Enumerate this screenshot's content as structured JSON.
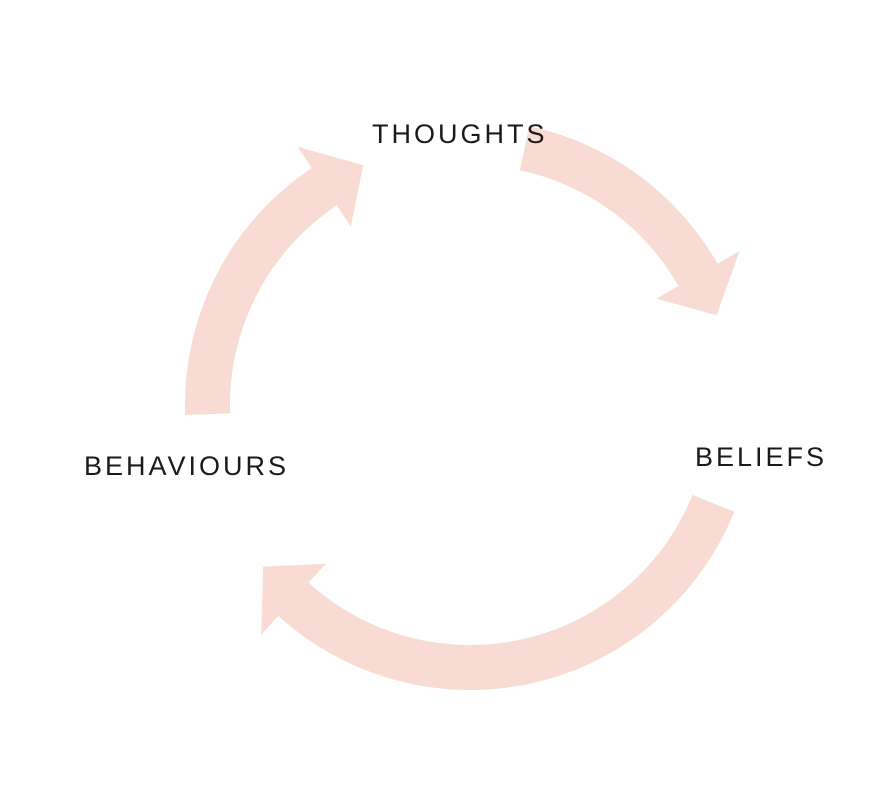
{
  "diagram": {
    "nodes": {
      "thoughts": "THOUGHTS",
      "beliefs": "BELIEFS",
      "behaviours": "BEHAVIOURS"
    },
    "arrows": [
      {
        "from": "thoughts",
        "to": "beliefs"
      },
      {
        "from": "beliefs",
        "to": "behaviours"
      },
      {
        "from": "behaviours",
        "to": "thoughts"
      }
    ],
    "arrow_color": "#f8dcd3",
    "text_color": "#1a1a1a"
  }
}
